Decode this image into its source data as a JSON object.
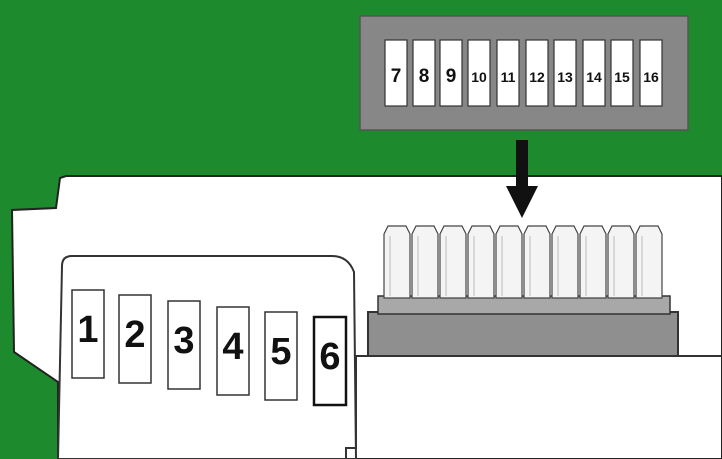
{
  "colors": {
    "board": "#1e8a2e",
    "card": "#ffffff",
    "block": "#8c8c8c",
    "outline": "#222222",
    "arrow": "#111111"
  },
  "top_block": {
    "pins": [
      "7",
      "8",
      "9",
      "10",
      "11",
      "12",
      "13",
      "14",
      "15",
      "16"
    ]
  },
  "bottom_block": {
    "pins": [
      "1",
      "2",
      "3",
      "4",
      "5",
      "6"
    ],
    "highlighted_pin": "6"
  },
  "arrow": {
    "direction": "down",
    "icon": "arrow-down-icon"
  }
}
